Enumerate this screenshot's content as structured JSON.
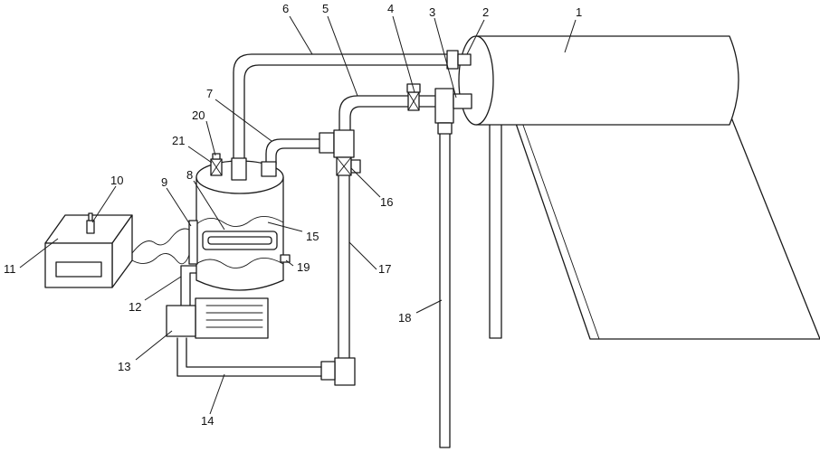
{
  "labels": [
    {
      "text": "1",
      "id": "label-1"
    },
    {
      "text": "2",
      "id": "label-2"
    },
    {
      "text": "3",
      "id": "label-3"
    },
    {
      "text": "4",
      "id": "label-4"
    },
    {
      "text": "5",
      "id": "label-5"
    },
    {
      "text": "6",
      "id": "label-6"
    },
    {
      "text": "7",
      "id": "label-7"
    },
    {
      "text": "8",
      "id": "label-8"
    },
    {
      "text": "9",
      "id": "label-9"
    },
    {
      "text": "10",
      "id": "label-10"
    },
    {
      "text": "11",
      "id": "label-11"
    },
    {
      "text": "12",
      "id": "label-12"
    },
    {
      "text": "13",
      "id": "label-13"
    },
    {
      "text": "14",
      "id": "label-14"
    },
    {
      "text": "15",
      "id": "label-15"
    },
    {
      "text": "16",
      "id": "label-16"
    },
    {
      "text": "17",
      "id": "label-17"
    },
    {
      "text": "18",
      "id": "label-18"
    },
    {
      "text": "19",
      "id": "label-19"
    },
    {
      "text": "20",
      "id": "label-20"
    },
    {
      "text": "21",
      "id": "label-21"
    }
  ]
}
